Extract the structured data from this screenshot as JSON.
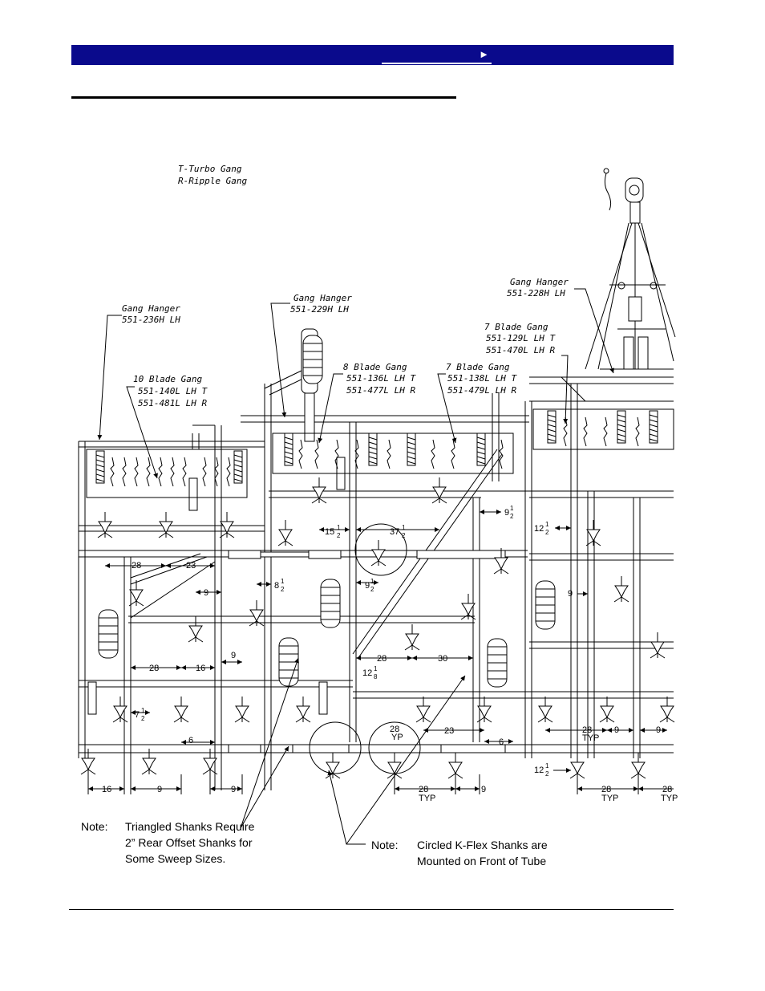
{
  "header": {
    "nav_arrow_label": "►"
  },
  "legend": {
    "line1": "T-Turbo Gang",
    "line2": "R-Ripple Gang"
  },
  "callouts": [
    {
      "title": "Gang Hanger",
      "part": "551-236H LH"
    },
    {
      "title": "Gang Hanger",
      "part": "551-229H LH"
    },
    {
      "title": "Gang Hanger",
      "part": "551-228H LH"
    },
    {
      "title": "10 Blade Gang",
      "part": "551-140L LH T",
      "part2": "551-481L LH R"
    },
    {
      "title": "8 Blade Gang",
      "part": "551-136L LH T",
      "part2": "551-477L LH R"
    },
    {
      "title": "7 Blade Gang",
      "part": "551-138L LH T",
      "part2": "551-479L LH R"
    },
    {
      "title": "7 Blade Gang",
      "part": "551-129L LH T",
      "part2": "551-470L LH R"
    }
  ],
  "dimensions": {
    "d28": "28",
    "d23": "23",
    "d9": "9",
    "d16": "16",
    "d6": "6",
    "d30": "30",
    "d15": "15",
    "d37": "37",
    "d12": "12",
    "d8": "8",
    "d7": "7",
    "half": "1",
    "half_den": "2",
    "eighth_den": "8",
    "typ": "TYP",
    "typ_short": "YP"
  },
  "notes": [
    {
      "label": "Note:",
      "lines": [
        "Triangled Shanks Require",
        "2” Rear Offset Shanks for",
        "Some Sweep Sizes."
      ]
    },
    {
      "label": "Note:",
      "lines": [
        "Circled K-Flex Shanks are",
        "Mounted on Front of Tube"
      ]
    }
  ]
}
